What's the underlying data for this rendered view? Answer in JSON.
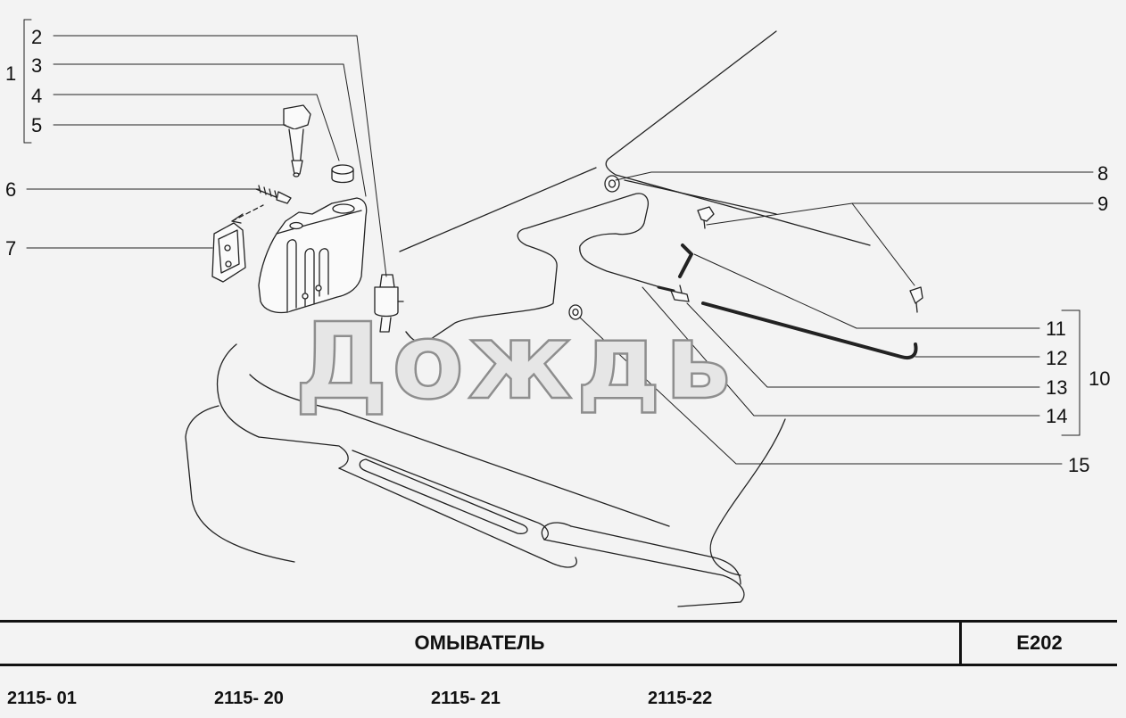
{
  "watermark": "Дождь",
  "title": "ОМЫВАТЕЛЬ",
  "code": "E202",
  "callouts": {
    "c1": "1",
    "c2": "2",
    "c3": "3",
    "c4": "4",
    "c5": "5",
    "c6": "6",
    "c7": "7",
    "c8": "8",
    "c9": "9",
    "c10": "10",
    "c11": "11",
    "c12": "12",
    "c13": "13",
    "c14": "14",
    "c15": "15"
  },
  "models": [
    "2115- 01",
    "2115- 20",
    "2115- 21",
    "2115-22"
  ]
}
